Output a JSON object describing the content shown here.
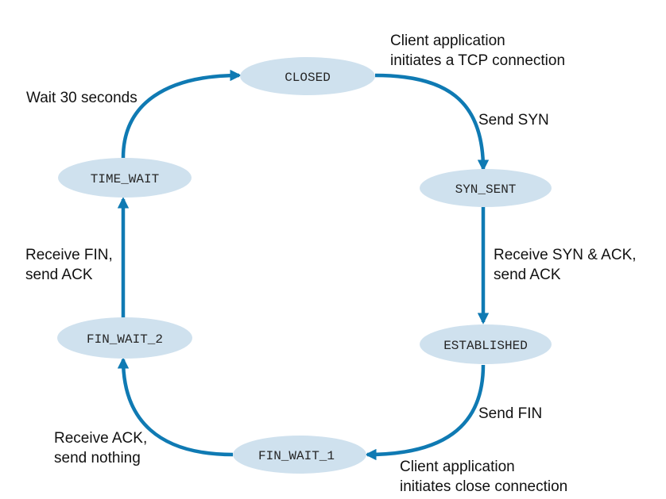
{
  "colors": {
    "state_fill": "#cfe1ee",
    "arrow": "#0f7ab3",
    "text": "#111111"
  },
  "states": {
    "closed": "CLOSED",
    "syn_sent": "SYN_SENT",
    "established": "ESTABLISHED",
    "fin_wait_1": "FIN_WAIT_1",
    "fin_wait_2": "FIN_WAIT_2",
    "time_wait": "TIME_WAIT"
  },
  "transitions": {
    "client_initiates": [
      "Client application",
      "initiates a TCP connection"
    ],
    "send_syn": [
      "Send SYN"
    ],
    "receive_syn_ack": [
      "Receive SYN & ACK,",
      "send ACK"
    ],
    "send_fin": [
      "Send FIN"
    ],
    "client_close": [
      "Client application",
      "initiates close connection"
    ],
    "receive_ack": [
      "Receive ACK,",
      "send nothing"
    ],
    "receive_fin": [
      "Receive FIN,",
      "send ACK"
    ],
    "wait": [
      "Wait 30 seconds"
    ]
  }
}
